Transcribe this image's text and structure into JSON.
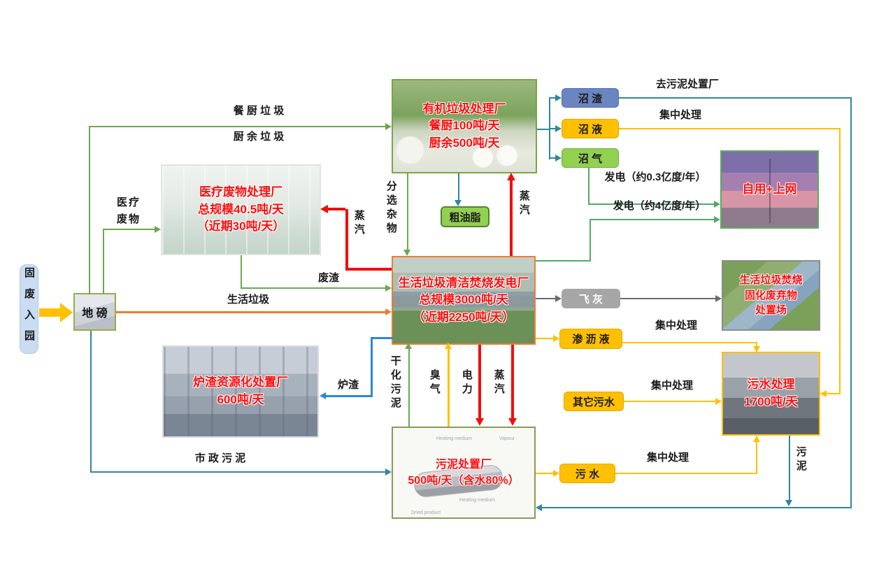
{
  "nodes": {
    "entry": {
      "label": "固废入园"
    },
    "weighbridge": {
      "label": "地 磅"
    },
    "organic_plant": {
      "l1": "有机垃圾处理厂",
      "l2": "餐厨100吨/天",
      "l3": "厨余500吨/天"
    },
    "medical_plant": {
      "l1": "医疗废物处理厂",
      "l2": "总规模40.5吨/天",
      "l3": "（近期30吨/天）"
    },
    "incineration_plant": {
      "l1": "生活垃圾清洁焚烧发电厂",
      "l2": "总规模3000吨/天",
      "l3": "（近期2250吨/天）"
    },
    "slag_plant": {
      "l1": "炉渣资源化处置厂",
      "l2": "600吨/天"
    },
    "sludge_plant": {
      "l1": "污泥处置厂",
      "l2": "500吨/天（含水80%）",
      "diagram": {
        "heating_top": "Heating medium",
        "vapour": "Vapour",
        "heating_bottom": "Heating medium",
        "dried": "Dried product"
      }
    },
    "sewage_plant": {
      "l1": "污水处理",
      "l2": "1700吨/天"
    },
    "disposal_site": {
      "l1": "生活垃圾焚烧",
      "l2": "固化废弃物",
      "l3": "处置场"
    },
    "power_use": {
      "label": "自用+上网"
    },
    "biogas_residue": {
      "label": "沼 渣"
    },
    "biogas_slurry": {
      "label": "沼 液"
    },
    "biogas_gas": {
      "label": "沼 气"
    },
    "crude_grease": {
      "label": "粗油脂"
    },
    "fly_ash": {
      "label": "飞 灰"
    },
    "leachate": {
      "label": "渗 沥 液"
    },
    "other_sewage": {
      "label": "其它污水"
    },
    "sewage_water": {
      "label": "污 水"
    }
  },
  "edges": {
    "kitchen_waste": "餐 厨 垃 圾",
    "food_waste": "厨 余 垃 圾",
    "medical_waste": "医疗废物",
    "domestic_waste": "生活垃圾",
    "waste_residue": "废渣",
    "steam_to_medical": "蒸汽",
    "sorting_impurities": "分选杂物",
    "steam_to_organic": "蒸汽",
    "bottom_slag": "炉渣",
    "dried_sludge": "干化污泥",
    "odor": "臭气",
    "electricity": "电力",
    "steam_to_sludge": "蒸汽",
    "municipal_sludge": "市 政 污 泥",
    "to_sludge_plant": "去污泥处置厂",
    "centralized_slurry": "集中处理",
    "centralized_leachate": "集中处理",
    "centralized_other": "集中处理",
    "centralized_sewage": "集中处理",
    "power_gen_biogas": "发电（约0.3亿度/年）",
    "power_gen_incin": "发电（约4亿度/年）",
    "sludge_return": "污泥"
  },
  "colors": {
    "green": "#6aa84f",
    "teal": "#31859c",
    "red": "#f20d0d",
    "orange": "#ed7d31",
    "blue": "#2b88d8",
    "gold": "#ffc000",
    "gray": "#6b6b6b",
    "tag_blue": "#6b85c1",
    "tag_gold": "#ffc000",
    "tag_green": "#92d050",
    "tag_gray": "#a6a6a6",
    "entry_fill": "#c9dcf2",
    "title_red": "#fe0d0d"
  }
}
